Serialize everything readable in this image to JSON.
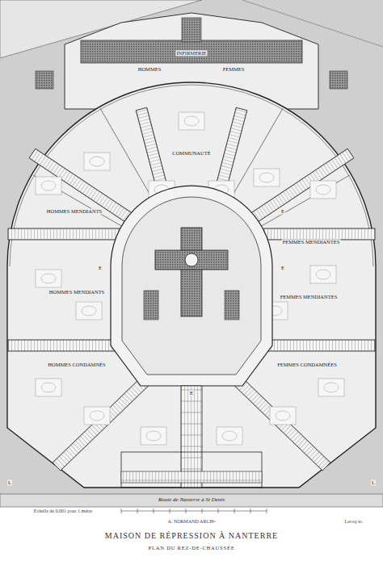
{
  "diagram": {
    "title": "MAISON DE RÉPRESSION À NANTERRE",
    "caption": "PLAN DU REZ-DE-CHAUSSÉE",
    "labels": [
      "INFIRMERIE",
      "HOMMES",
      "FEMMES",
      "COMMUNAUTÉ",
      "HOMMES MENDIANTS",
      "HOMMES MENDIANTS",
      "FEMMES MENDIANTES",
      "FEMMES MENDIANTES",
      "HOMMES CONDAMNÉS",
      "FEMMES CONDAMNÉES",
      "E",
      "E",
      "E",
      "E",
      "L",
      "L",
      "Route de Nanterre à St Denis",
      "Echelle de 0,001 pour 1 mètre",
      "A. NORMAND ARCHᵗᵉ",
      "Lecoq sc."
    ]
  }
}
